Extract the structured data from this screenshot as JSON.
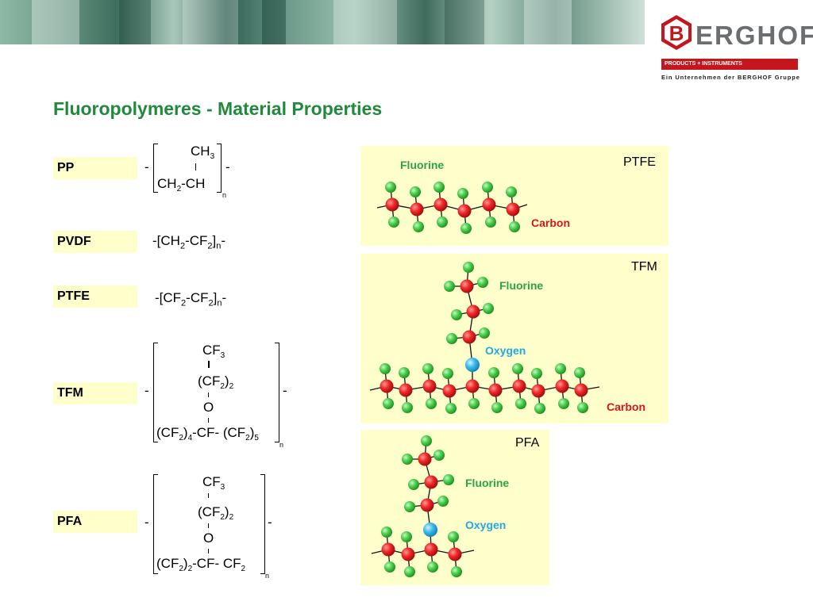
{
  "header": {
    "logo_letter": "B",
    "logo_text": "ERGHOF",
    "logo_tagline": "PRODUCTS + INSTRUMENTS",
    "logo_sub": "Ein Unternehmen der BERGHOF Gruppe"
  },
  "title": "Fluoropolymeres - Material Properties",
  "materials": [
    {
      "label": "PP"
    },
    {
      "label": "PVDF"
    },
    {
      "label": "PTFE"
    },
    {
      "label": "TFM"
    },
    {
      "label": "PFA"
    }
  ],
  "formulas": {
    "pp": {
      "top": "CH",
      "top_sub": "3",
      "bottom": "CH",
      "bottom_sub": "2",
      "bottom_rest": "-CH",
      "n": "n",
      "dash": "-"
    },
    "pvdf": {
      "a": "-[CH",
      "a_sub": "2",
      "b": "-CF",
      "b_sub": "2",
      "c": "]",
      "n": "n",
      "d": "-"
    },
    "ptfe": {
      "a": "-[CF",
      "a_sub": "2",
      "b": "-CF",
      "b_sub": "2",
      "c": "]",
      "n": "n",
      "d": "-"
    },
    "tfm": {
      "l1": "CF",
      "l1_sub": "3",
      "l2": "(CF",
      "l2_sub": "2",
      "l2_rest": ")",
      "l2_sub2": "2",
      "l3": "O",
      "l4a": "(CF",
      "l4a_sub": "2",
      "l4b": ")",
      "l4b_sub": "4",
      "l4c": "-CF- (CF",
      "l4c_sub": "2",
      "l4d": ")",
      "l4d_sub": "5",
      "n": "n",
      "dash": "-"
    },
    "pfa": {
      "l1": "CF",
      "l1_sub": "3",
      "l2": "(CF",
      "l2_sub": "2",
      "l2_rest": ")",
      "l2_sub2": "2",
      "l3": "O",
      "l4a": "(CF",
      "l4a_sub": "2",
      "l4b": ")",
      "l4b_sub": "2",
      "l4c": "-CF- CF",
      "l4c_sub": "2",
      "n": "n",
      "dash": "-"
    }
  },
  "panels": {
    "ptfe": {
      "name": "PTFE",
      "fluorine": "Fluorine",
      "carbon": "Carbon"
    },
    "tfm": {
      "name": "TFM",
      "fluorine": "Fluorine",
      "oxygen": "Oxygen",
      "carbon": "Carbon"
    },
    "pfa": {
      "name": "PFA",
      "fluorine": "Fluorine",
      "oxygen": "Oxygen"
    }
  },
  "colors": {
    "title_green": "#1f8a3c",
    "label_bg": "#ffffcc",
    "carbon_red": "#d3171c",
    "fluorine_green": "#2aa34a",
    "oxygen_cyan": "#21a9e1",
    "brand_red": "#c4161c"
  }
}
